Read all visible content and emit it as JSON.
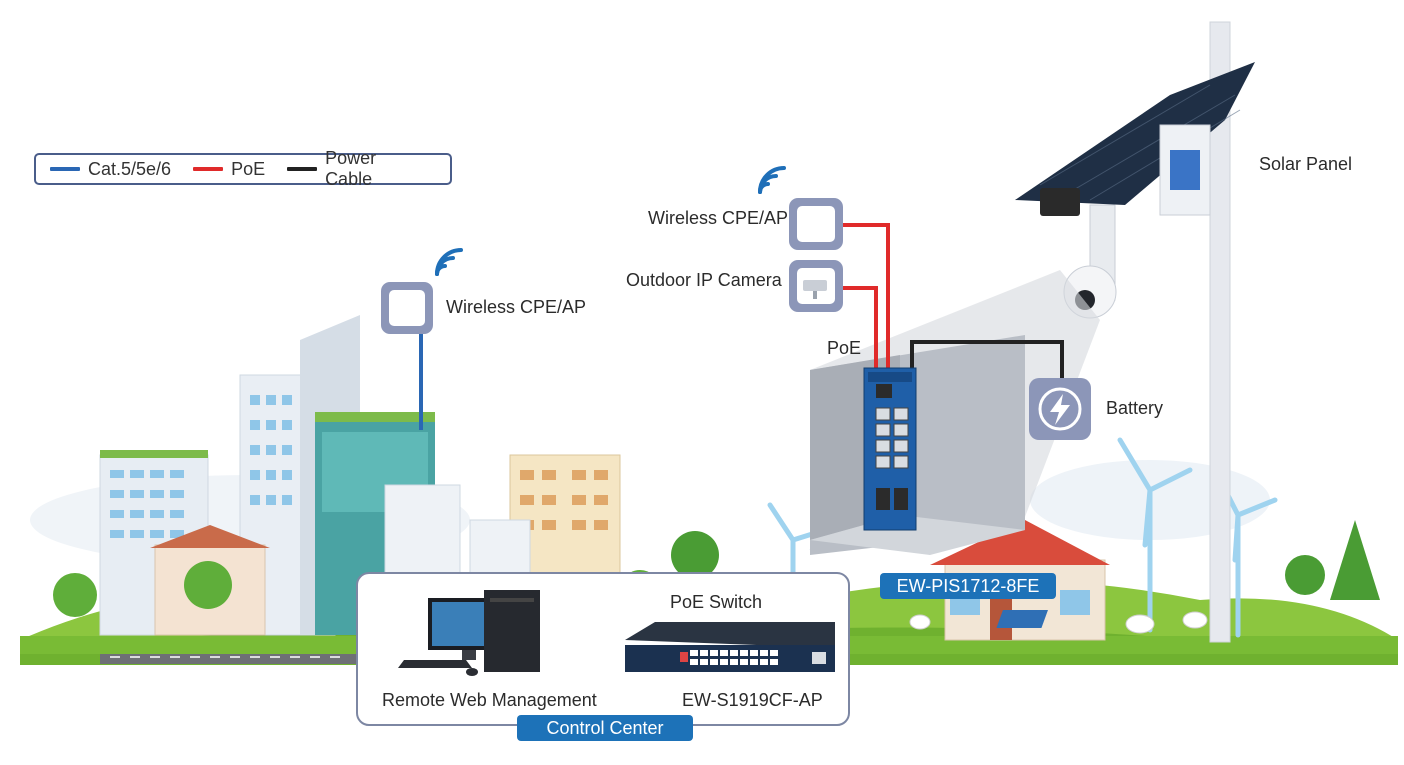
{
  "legend": {
    "items": [
      {
        "label": "Cat.5/5e/6",
        "color": "#2a67b4"
      },
      {
        "label": "PoE",
        "color": "#e02a2a"
      },
      {
        "label": "Power Cable",
        "color": "#222222"
      }
    ]
  },
  "labels": {
    "wireless_ap_left": "Wireless CPE/AP",
    "wireless_ap_right": "Wireless CPE/AP",
    "outdoor_camera": "Outdoor IP Camera",
    "poe": "PoE",
    "battery": "Battery",
    "solar_panel": "Solar Panel",
    "industrial_switch_model": "EW-PIS1712-8FE",
    "poe_switch": "PoE Switch",
    "poe_switch_model": "EW-S1919CF-AP",
    "remote_management": "Remote Web Management",
    "control_center": "Control Center"
  },
  "colors": {
    "cat_cable": "#2a67b4",
    "poe_cable": "#e02a2a",
    "power_cable": "#222222",
    "tag_blue": "#1d72b8",
    "icon_tile": "#8c96b8"
  }
}
